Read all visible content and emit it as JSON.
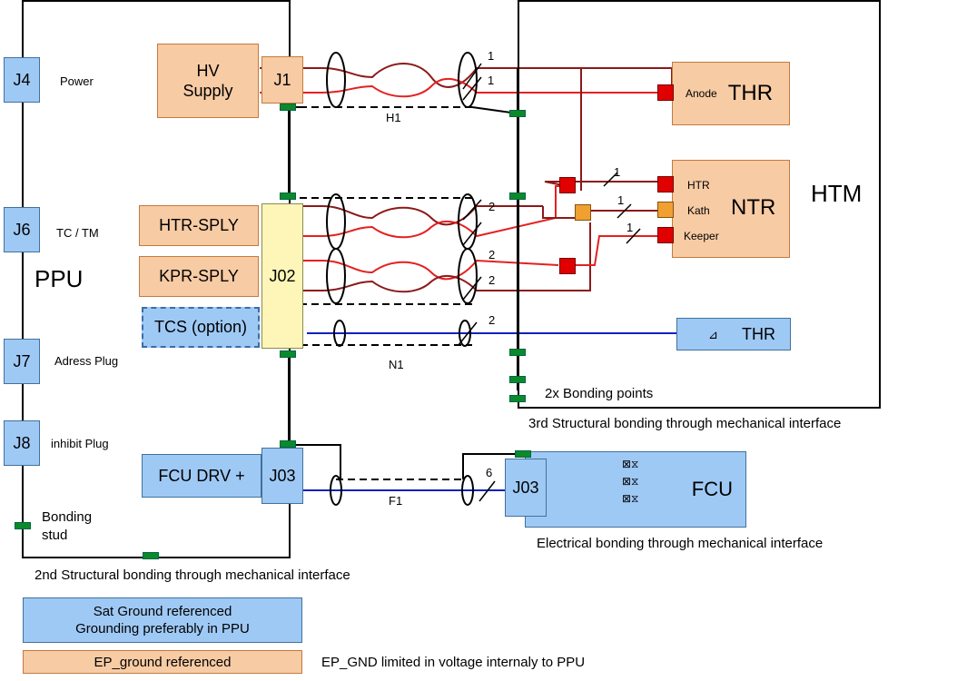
{
  "ppu": {
    "title": "PPU"
  },
  "htm": {
    "title": "HTM"
  },
  "connectors_left": [
    {
      "id": "J4",
      "label": "Power"
    },
    {
      "id": "J6",
      "label": "TC / TM"
    },
    {
      "id": "J7",
      "label": "Adress Plug"
    },
    {
      "id": "J8",
      "label": "inhibit Plug"
    }
  ],
  "blocks": {
    "hv_supply": "HV\nSupply",
    "j1": "J1",
    "htr_sply": "HTR-SPLY",
    "kpr_sply": "KPR-SPLY",
    "tcs_option": "TCS (option)",
    "j02": "J02",
    "fcu_drv": "FCU DRV +",
    "j03_ppu": "J03",
    "j03_fcu": "J03",
    "fcu": "FCU"
  },
  "thr_anode": {
    "pin": "Anode",
    "name": "THR"
  },
  "ntr": {
    "name": "NTR",
    "pins": [
      "HTR",
      "Kath",
      "Keeper"
    ]
  },
  "thr_sensor": {
    "name": "THR"
  },
  "harnesses": {
    "h1": "H1",
    "n1": "N1",
    "f1": "F1"
  },
  "wire_counts": {
    "h1_a": "1",
    "h1_b": "1",
    "n_htr": "1",
    "n_kath": "1",
    "n_keeper": "1",
    "j02_a": "2",
    "j02_b": "2",
    "j02_c": "2",
    "n1": "2",
    "f1": "6"
  },
  "annotations": {
    "bonding_stud": "Bonding\nstud",
    "bonding_points": "2x Bonding points",
    "third_bonding": "3rd Structural bonding through mechanical interface",
    "second_bonding": "2nd Structural bonding through mechanical interface",
    "electrical_bonding": "Electrical bonding through mechanical interface"
  },
  "legend": [
    {
      "text": "Sat Ground referenced\nGrounding preferably in PPU",
      "color": "#9fc9f5"
    },
    {
      "text": "EP_ground referenced",
      "color": "#f7cba4",
      "note": "EP_GND limited in voltage internaly to PPU"
    }
  ],
  "colors": {
    "red_wire": "#e52020",
    "dark_red_wire": "#8b1a1a",
    "blue_wire": "#1020c0",
    "bond": "#0b8a2a"
  }
}
